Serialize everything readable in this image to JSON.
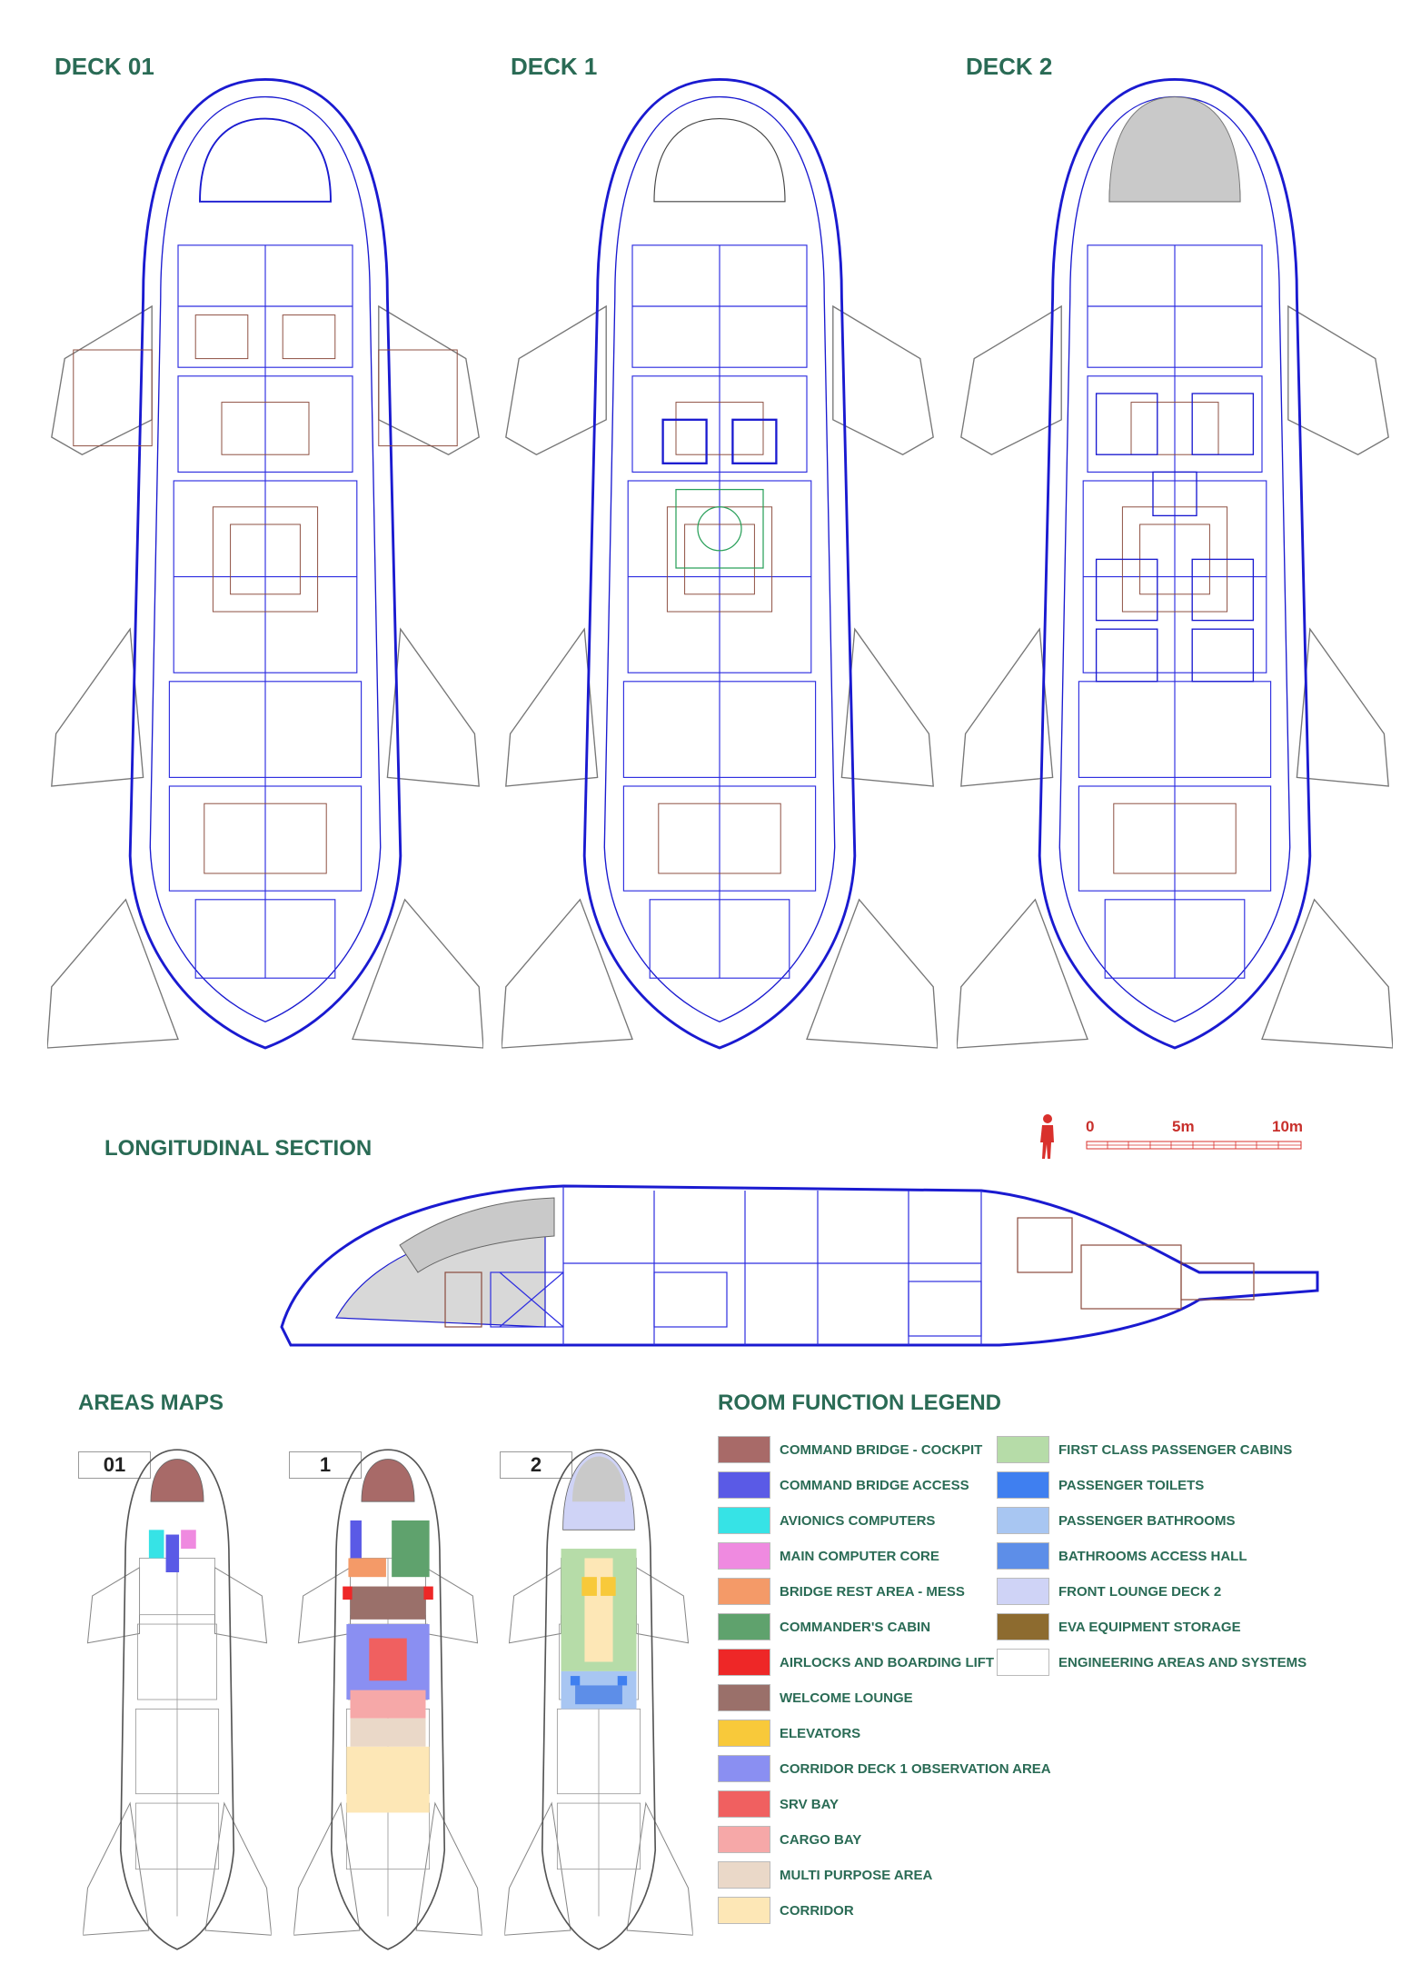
{
  "decks": [
    {
      "title": "DECK 01"
    },
    {
      "title": "DECK 1"
    },
    {
      "title": "DECK 2"
    }
  ],
  "section": {
    "title": "LONGITUDINAL SECTION"
  },
  "scale_bar": {
    "labels": [
      "0",
      "5m",
      "10m"
    ]
  },
  "areas_maps": {
    "title": "AREAS MAPS",
    "maps": [
      {
        "label": "01"
      },
      {
        "label": "1"
      },
      {
        "label": "2"
      }
    ]
  },
  "legend": {
    "title": "ROOM FUNCTION LEGEND",
    "items": [
      {
        "label": "COMMAND BRIDGE - COCKPIT",
        "color": "#a86a68"
      },
      {
        "label": "COMMAND BRIDGE ACCESS",
        "color": "#5a5ae6"
      },
      {
        "label": "AVIONICS COMPUTERS",
        "color": "#36e3e6"
      },
      {
        "label": "MAIN COMPUTER CORE",
        "color": "#ef8ae0"
      },
      {
        "label": "BRIDGE REST AREA - MESS",
        "color": "#f49a68"
      },
      {
        "label": "COMMANDER'S CABIN",
        "color": "#5fa26d"
      },
      {
        "label": "AIRLOCKS AND BOARDING LIFT",
        "color": "#ee2727"
      },
      {
        "label": "WELCOME LOUNGE",
        "color": "#9a706a"
      },
      {
        "label": "ELEVATORS",
        "color": "#f8c93a"
      },
      {
        "label": "CORRIDOR DECK 1 OBSERVATION AREA",
        "color": "#8a8ff2"
      },
      {
        "label": "SRV BAY",
        "color": "#f06060"
      },
      {
        "label": "CARGO BAY",
        "color": "#f6a8a8"
      },
      {
        "label": "MULTI PURPOSE AREA",
        "color": "#ead8c8"
      },
      {
        "label": "CORRIDOR",
        "color": "#fde7b6"
      },
      {
        "label": "FIRST CLASS PASSENGER CABINS",
        "color": "#b6dca8"
      },
      {
        "label": "PASSENGER TOILETS",
        "color": "#3f7ff0"
      },
      {
        "label": "PASSENGER BATHROOMS",
        "color": "#a8c6f2"
      },
      {
        "label": "BATHROOMS ACCESS HALL",
        "color": "#5d8ee8"
      },
      {
        "label": "FRONT LOUNGE DECK 2",
        "color": "#cfd3f6"
      },
      {
        "label": "EVA EQUIPMENT STORAGE",
        "color": "#8d6b2f"
      },
      {
        "label": "ENGINEERING AREAS AND SYSTEMS",
        "color": "#ffffff"
      }
    ]
  }
}
